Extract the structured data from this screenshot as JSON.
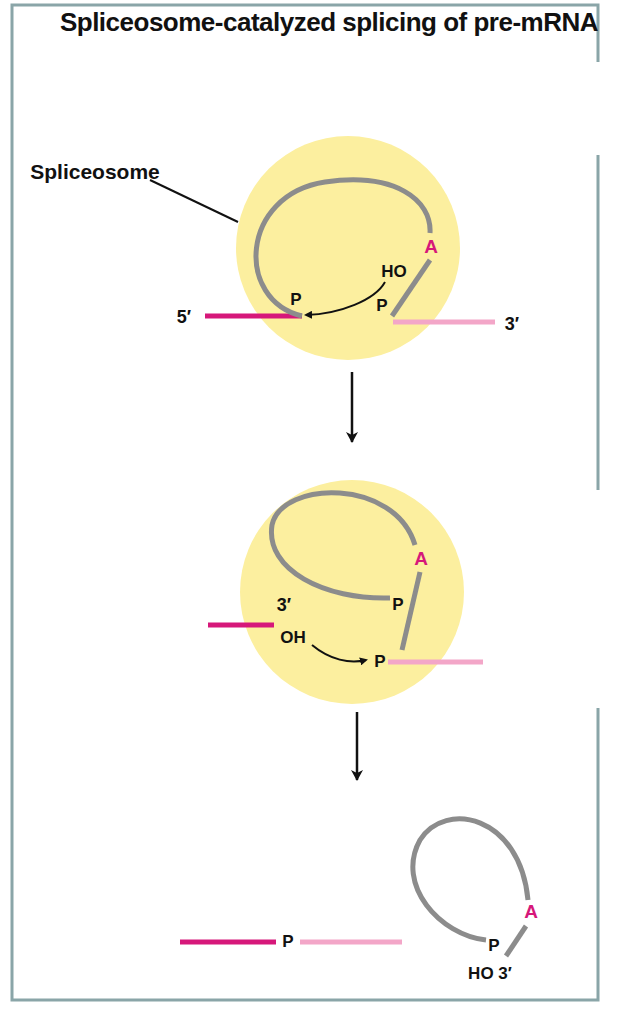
{
  "diagram": {
    "title": "Spliceosome-catalyzed splicing of pre-mRNA",
    "labels": [
      "Spliceosome",
      "A",
      "HO",
      "P",
      "5′",
      "P",
      "3′",
      "A",
      "P",
      "3′",
      "OH",
      "P",
      "P",
      "A",
      "P",
      "HO 3′"
    ]
  }
}
